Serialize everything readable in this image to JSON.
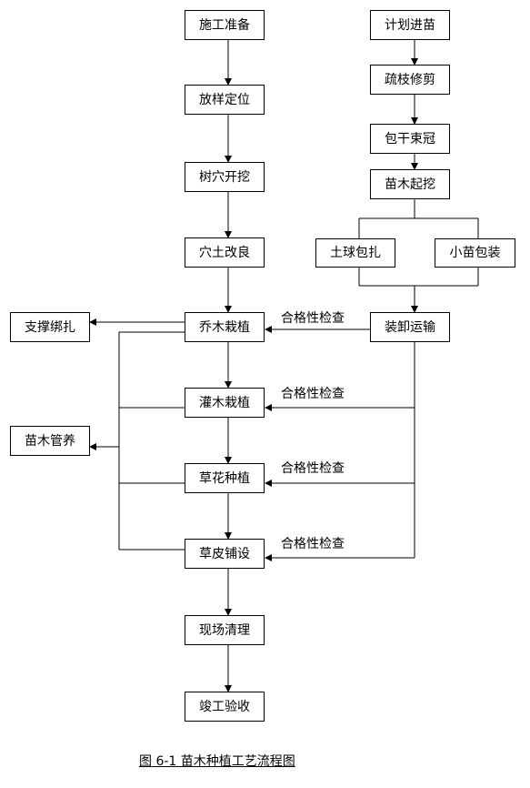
{
  "flow": {
    "main": [
      "施工准备",
      "放样定位",
      "树穴开挖",
      "穴土改良",
      "乔木栽植",
      "灌木栽植",
      "草花种植",
      "草皮铺设",
      "现场清理",
      "竣工验收"
    ],
    "supply": [
      "计划进苗",
      "疏枝修剪",
      "包干束冠",
      "苗木起挖"
    ],
    "branch_left": "土球包扎",
    "branch_right": "小苗包装",
    "transport": "装卸运输",
    "side_support": "支撑绑扎",
    "side_care": "苗木管养",
    "check_labels": [
      "合格性检查",
      "合格性检查",
      "合格性检查",
      "合格性检查"
    ]
  },
  "caption": "图 6-1 苗木种植工艺流程图"
}
